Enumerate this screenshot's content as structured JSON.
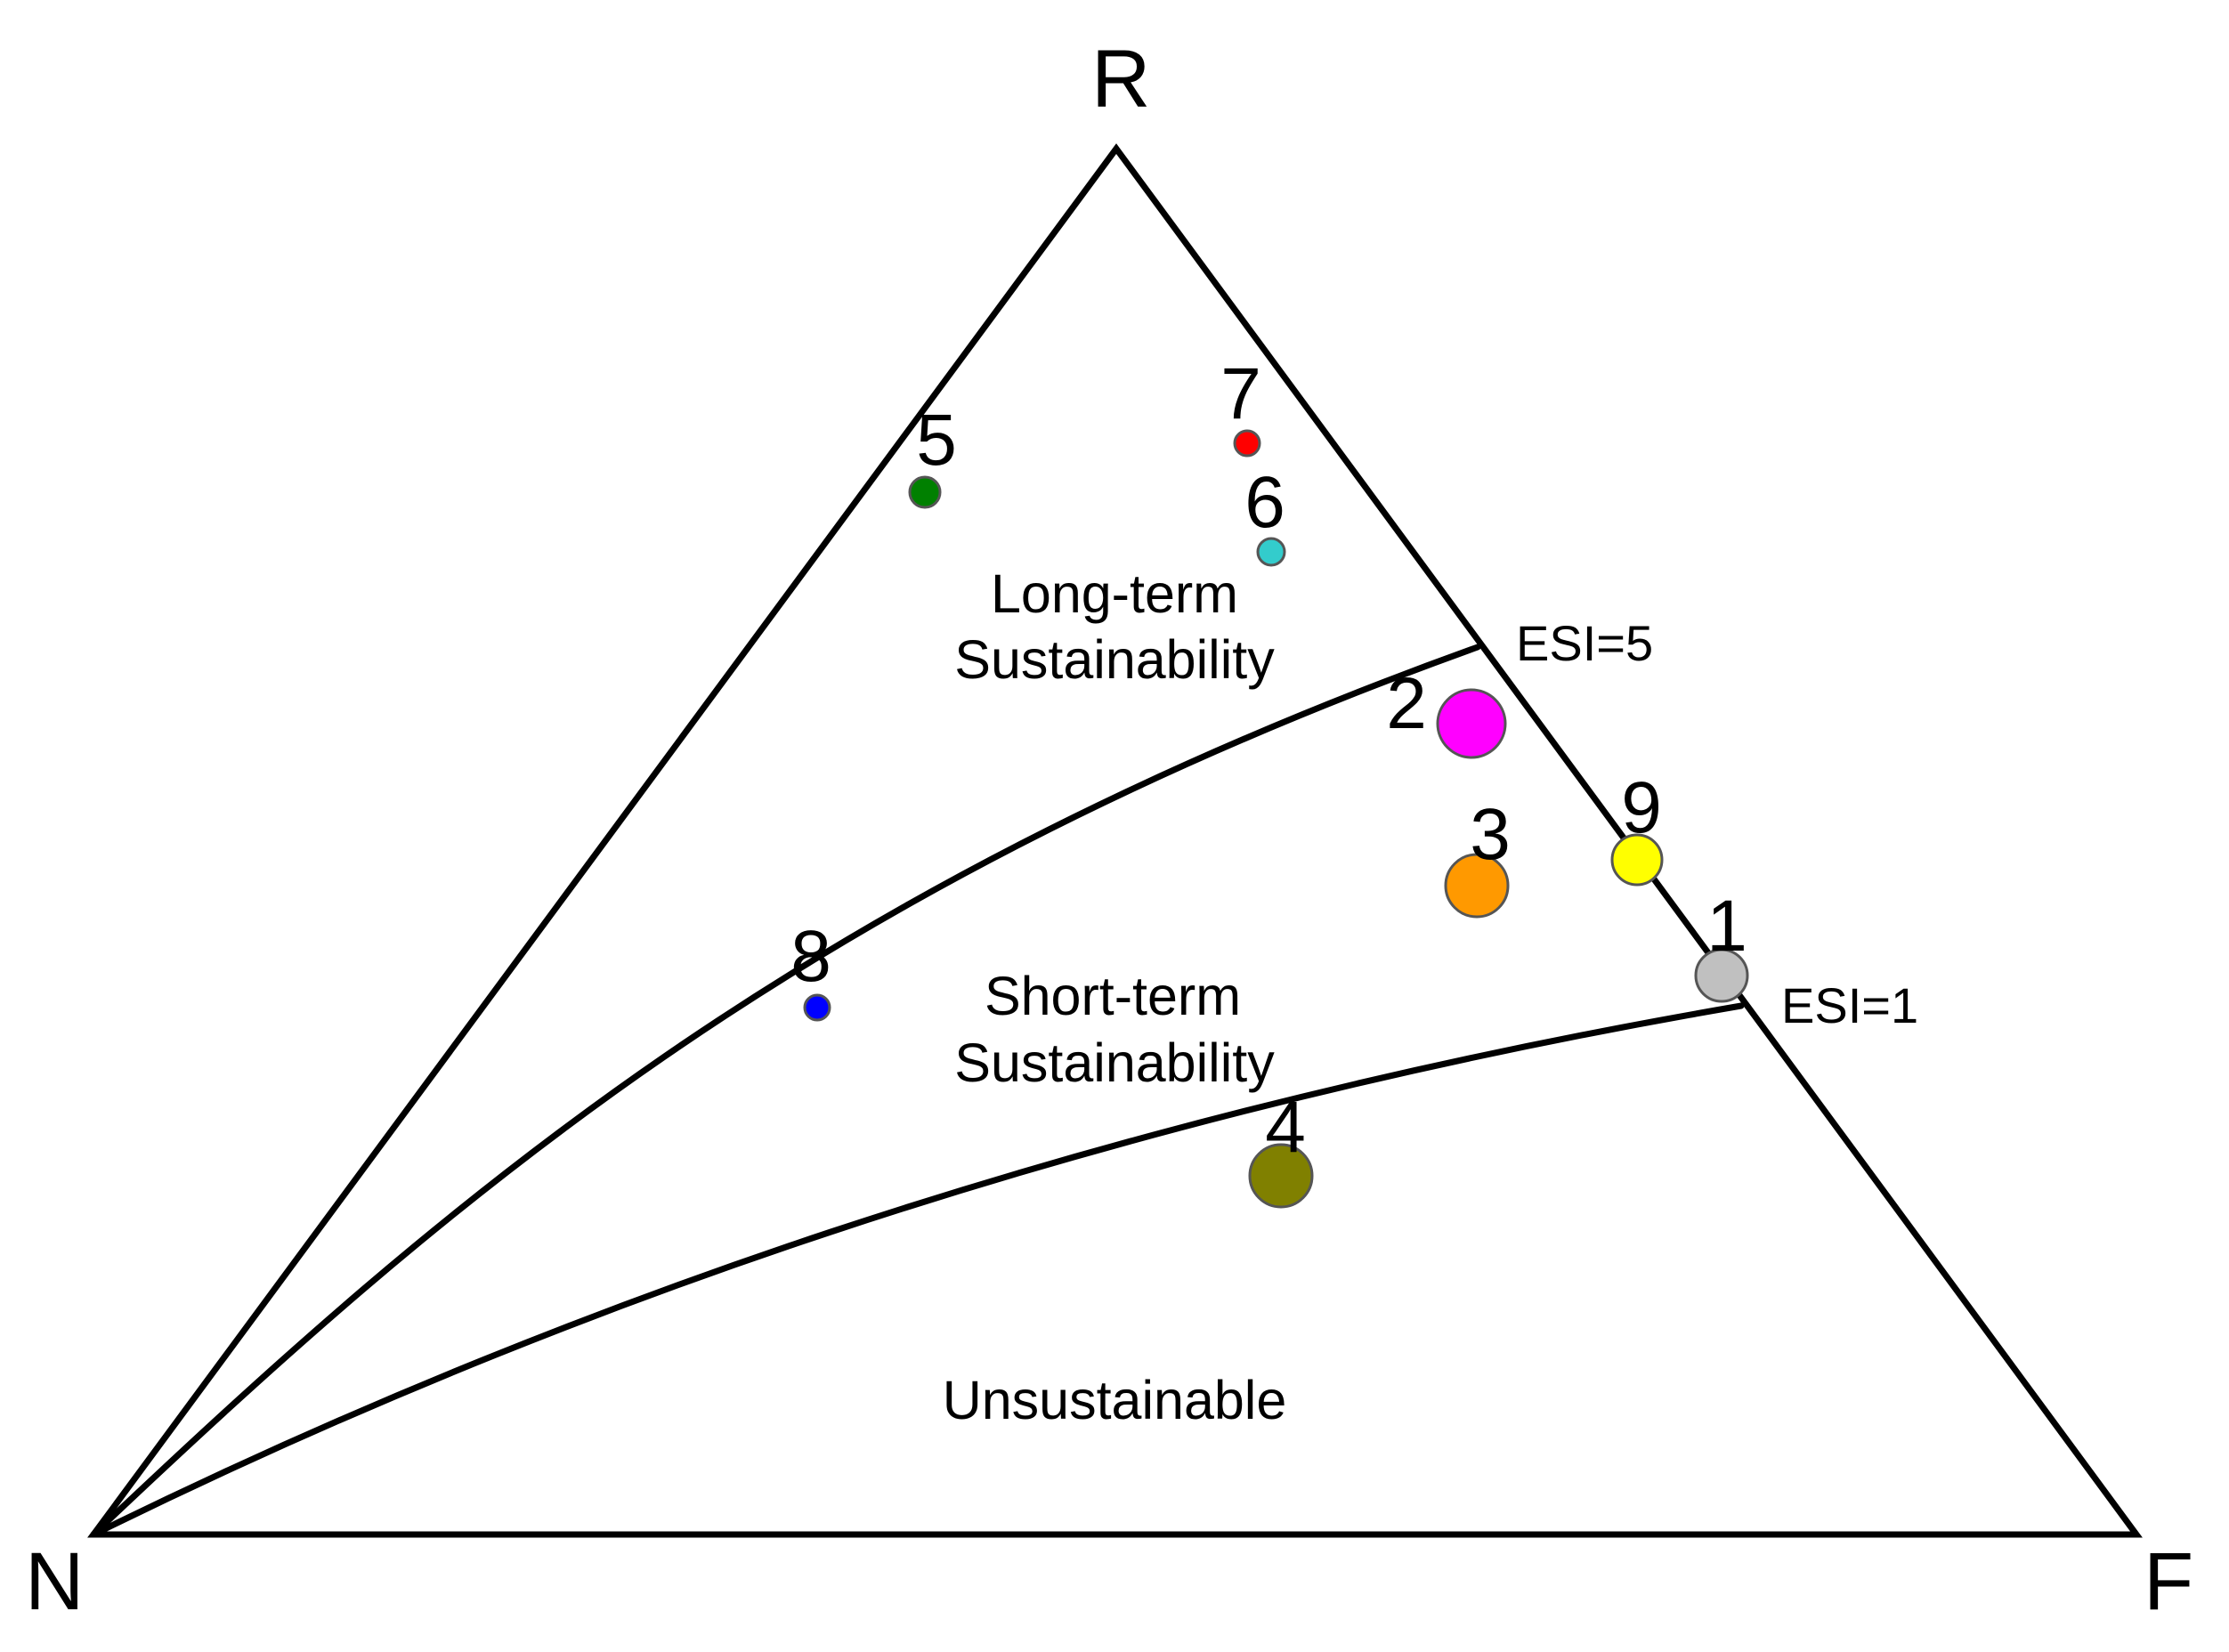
{
  "vertices": {
    "top": "R",
    "left": "N",
    "right": "F"
  },
  "regions": [
    {
      "lines": [
        "Long-term",
        "Sustainability"
      ]
    },
    {
      "lines": [
        "Short-term",
        "Sustainability"
      ]
    },
    {
      "lines": [
        "Unsustainable"
      ]
    }
  ],
  "isolines": [
    {
      "label": "ESI=5"
    },
    {
      "label": "ESI=1"
    }
  ],
  "points": [
    {
      "label": "1",
      "color": "#c0c0c0"
    },
    {
      "label": "2",
      "color": "#ff00ff"
    },
    {
      "label": "3",
      "color": "#ff9900"
    },
    {
      "label": "4",
      "color": "#808000"
    },
    {
      "label": "5",
      "color": "#008000"
    },
    {
      "label": "6",
      "color": "#33cccc"
    },
    {
      "label": "7",
      "color": "#ff0000"
    },
    {
      "label": "8",
      "color": "#0000ff"
    },
    {
      "label": "9",
      "color": "#ffff00"
    }
  ]
}
